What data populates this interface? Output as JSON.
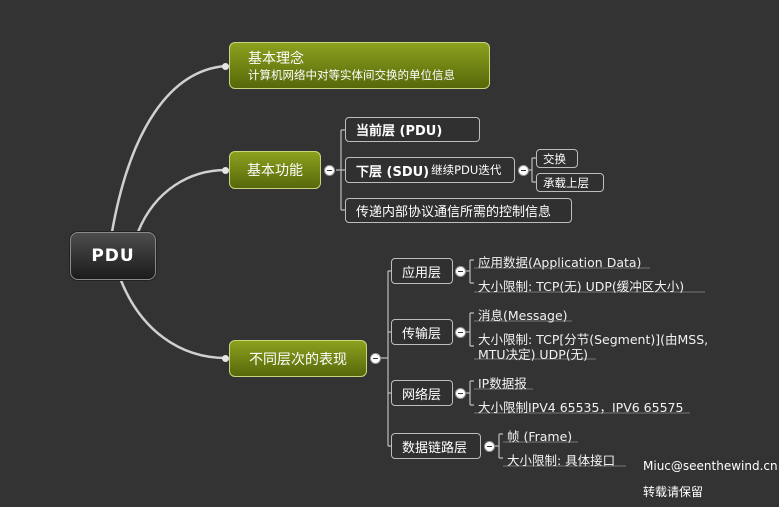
{
  "root": {
    "label": "PDU"
  },
  "concept": {
    "title": "基本理念",
    "desc": "计算机网络中对等实体间交换的单位信息"
  },
  "function": {
    "label": "基本功能",
    "items": [
      {
        "label": "当前层 (PDU)"
      },
      {
        "label": "下层 (SDU)",
        "suffix": "继续PDU迭代",
        "children": [
          "交换",
          "承载上层"
        ]
      },
      {
        "label": "传递内部协议通信所需的控制信息"
      }
    ]
  },
  "layers": {
    "label": "不同层次的表现",
    "items": [
      {
        "label": "应用层",
        "notes": [
          "应用数据(Application Data)",
          "大小限制: TCP(无) UDP(缓冲区大小)"
        ]
      },
      {
        "label": "传输层",
        "notes": [
          "消息(Message)",
          "大小限制: TCP[分节(Segment)](由MSS,",
          "MTU决定) UDP(无)"
        ]
      },
      {
        "label": "网络层",
        "notes": [
          "IP数据报",
          "大小限制IPV4 65535，IPV6 65575"
        ]
      },
      {
        "label": "数据链路层",
        "notes": [
          "帧 (Frame)",
          "大小限制: 具体接口"
        ]
      }
    ]
  },
  "credit": {
    "email": "Miuc@seenthewind.cn",
    "note": "转载请保留"
  }
}
